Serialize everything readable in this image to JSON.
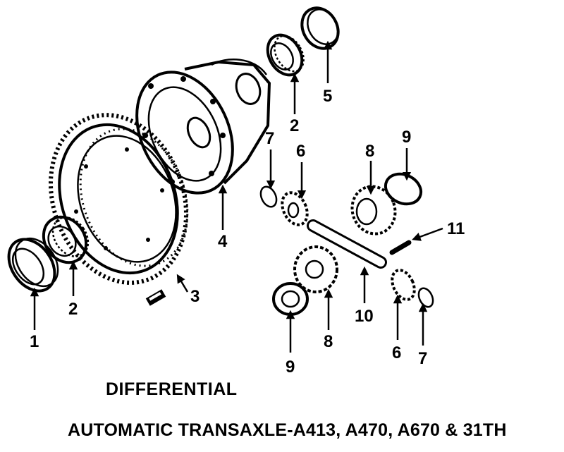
{
  "diagram": {
    "title": "DIFFERENTIAL",
    "subtitle": "AUTOMATIC TRANSAXLE-A413, A470, A670 & 31TH",
    "callouts": [
      "1",
      "2",
      "2",
      "3",
      "4",
      "5",
      "6",
      "6",
      "7",
      "7",
      "8",
      "8",
      "9",
      "9",
      "10",
      "11"
    ]
  }
}
